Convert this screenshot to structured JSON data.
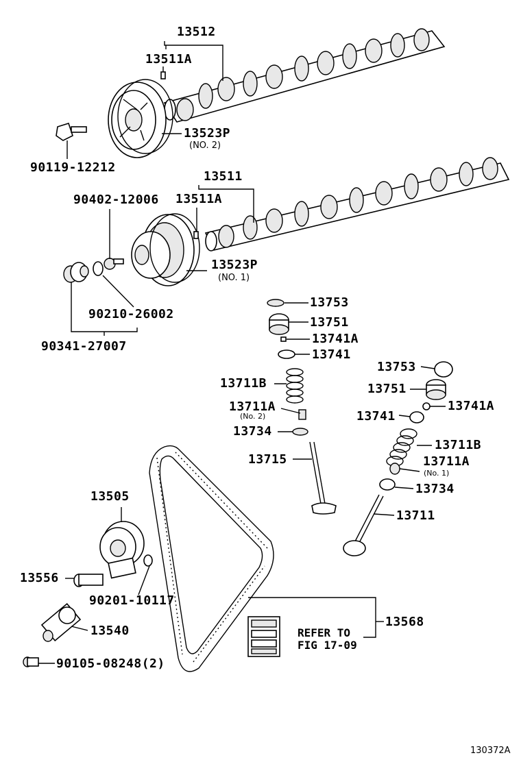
{
  "callouts": {
    "p13512": "13512",
    "p13511A_top": "13511A",
    "p13523P_no2": "13523P",
    "no2": "(NO. 2)",
    "p90119": "90119-12212",
    "p90402": "90402-12006",
    "p13511": "13511",
    "p13511A_mid": "13511A",
    "p13523P_no1": "13523P",
    "no1": "(NO. 1)",
    "p90210": "90210-26002",
    "p90341": "90341-27007",
    "p13753_a": "13753",
    "p13751_a": "13751",
    "p13741A_a": "13741A",
    "p13741_a": "13741",
    "p13711B_a": "13711B",
    "p13711A_a": "13711A",
    "no2_small": "(No. 2)",
    "p13734_a": "13734",
    "p13715": "13715",
    "p13753_b": "13753",
    "p13751_b": "13751",
    "p13741A_b": "13741A",
    "p13741_b": "13741",
    "p13711B_b": "13711B",
    "p13711A_b": "13711A",
    "no1_small": "(No. 1)",
    "p13734_b": "13734",
    "p13711": "13711",
    "p13505": "13505",
    "p13556": "13556",
    "p90201": "90201-10117",
    "p13540": "13540",
    "p90105": "90105-08248(2)",
    "p13568": "13568"
  },
  "reference_note": {
    "line1": "REFER TO",
    "line2": "FIG 17-09"
  },
  "figure_id": "130372A"
}
